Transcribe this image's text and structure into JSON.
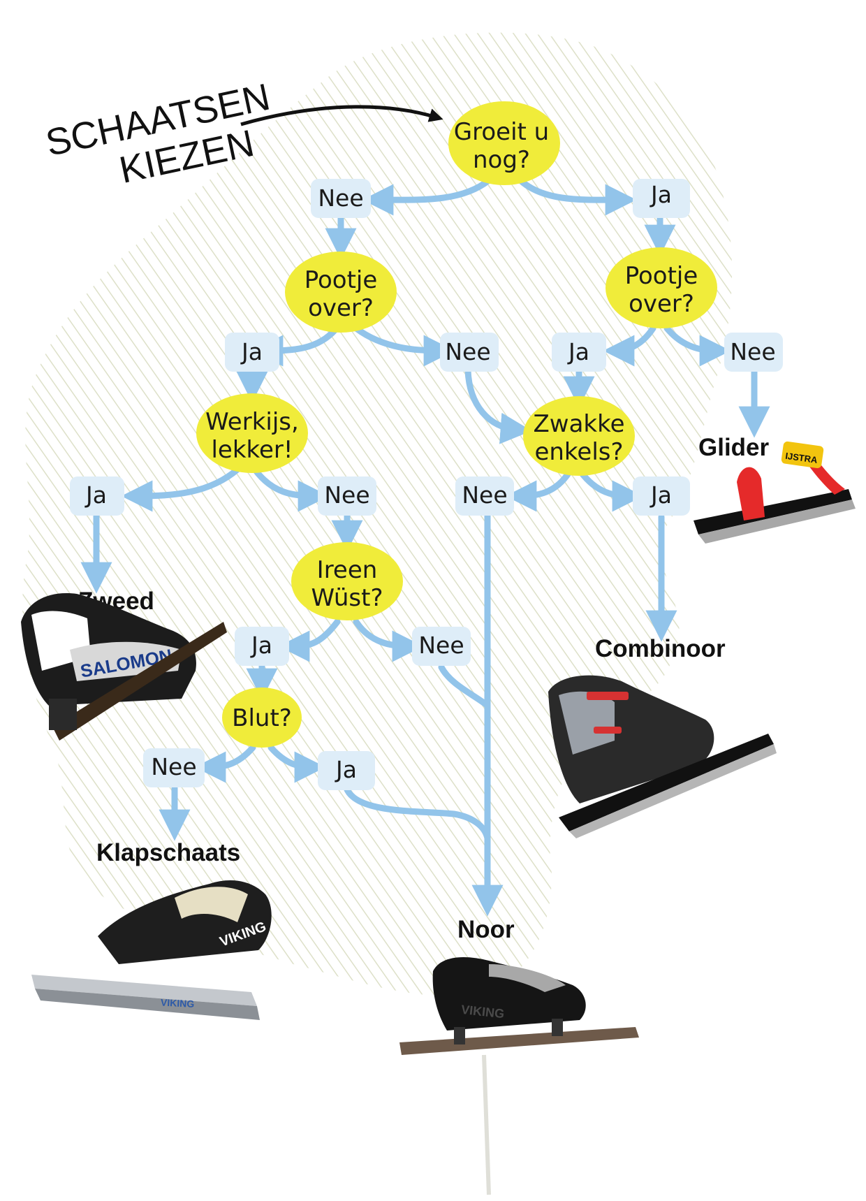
{
  "title": {
    "line1": "SCHAATSEN",
    "line2": "KIEZEN"
  },
  "colors": {
    "arrow": "#92c4ea",
    "question": "#f0ec3a",
    "answer_box": "#deedf8",
    "hatch": "#dde0c8"
  },
  "questions": {
    "q1": {
      "line1": "Groeit u",
      "line2": "nog?"
    },
    "q2": {
      "line1": "Pootje",
      "line2": "over?"
    },
    "q3": {
      "line1": "Pootje",
      "line2": "over?"
    },
    "q4": {
      "line1": "Werkijs,",
      "line2": "lekker!"
    },
    "q5": {
      "line1": "Zwakke",
      "line2": "enkels?"
    },
    "q6": {
      "line1": "Ireen",
      "line2": "Wüst?"
    },
    "q7": {
      "line1": "Blut?"
    }
  },
  "answers": {
    "a1": "Nee",
    "a2": "Ja",
    "a3": "Ja",
    "a4": "Nee",
    "a5": "Ja",
    "a6": "Nee",
    "a7": "Ja",
    "a8": "Nee",
    "a9": "Nee",
    "a10": "Ja",
    "a11": "Ja",
    "a12": "Nee",
    "a13": "Nee",
    "a14": "Ja"
  },
  "results": {
    "zweed": "Zweed",
    "glider": "Glider",
    "combinoor": "Combinoor",
    "klapschaats": "Klapschaats",
    "noor": "Noor"
  },
  "skate_branding": {
    "zweed_brand": "SALOMON",
    "glider_brand": "IJSTRA",
    "klapschaats_brand": "VIKING",
    "noor_brand": "VIKING"
  }
}
